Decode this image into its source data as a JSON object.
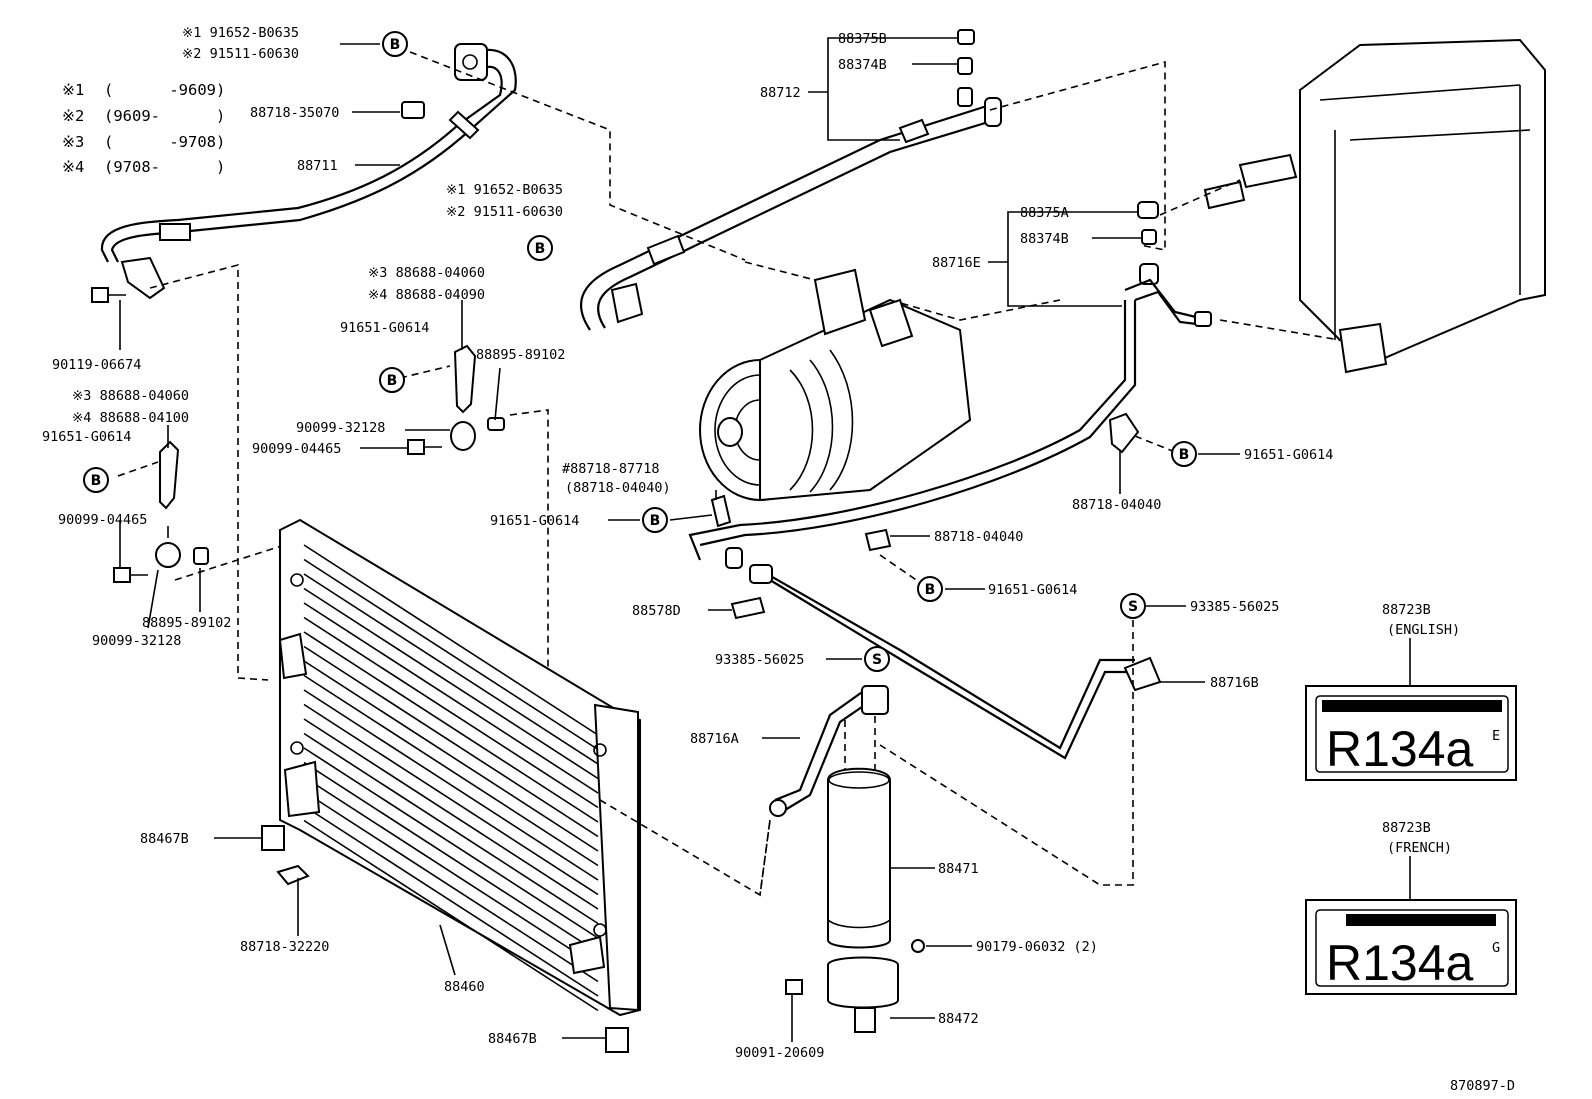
{
  "legend": [
    {
      "mark": "※1",
      "range": "(      -9609)"
    },
    {
      "mark": "※2",
      "range": "(9609-      )"
    },
    {
      "mark": "※3",
      "range": "(      -9708)"
    },
    {
      "mark": "※4",
      "range": "(9708-      )"
    }
  ],
  "badges": {
    "bolt": "B",
    "seal": "S"
  },
  "labels": {
    "top_left_1": "※1 91652-B0635",
    "top_left_2": "※2 91511-60630",
    "clip_35070": "88718-35070",
    "hose_88711": "88711",
    "bolt_06674": "90119-06674",
    "mid_1": "※1 91652-B0635",
    "mid_2": "※2 91511-60630",
    "bracket_upper_3": "※3 88688-04060",
    "bracket_upper_4": "※4 88688-04090",
    "bolt_g0614_a": "91651-G0614",
    "pin_89102_a": "88895-89102",
    "cushion_32128_a": "90099-32128",
    "bolt_04465_a": "90099-04465",
    "bracket_lower_3": "※3 88688-04060",
    "bracket_lower_4": "※4 88688-04100",
    "bolt_g0614_b": "91651-G0614",
    "bolt_04465_b": "90099-04465",
    "pin_89102_b": "88895-89102",
    "cushion_32128_b": "90099-32128",
    "valve_375b": "88375B",
    "valve_374b": "88374B",
    "hose_88712": "88712",
    "valve_375a": "88375A",
    "valve_374b_2": "88374B",
    "tube_88716e": "88716E",
    "clamp_hash": "#88718-87718",
    "clamp_paren": "(88718-04040)",
    "bolt_g0614_c": "91651-G0614",
    "pad_88578d": "88578D",
    "clamp_04040_a": "88718-04040",
    "bolt_g0614_d": "91651-G0614",
    "clamp_04040_b": "88718-04040",
    "bolt_g0614_e": "91651-G0614",
    "oring_56025_a": "93385-56025",
    "oring_56025_b": "93385-56025",
    "tube_88716b": "88716B",
    "tube_88716a": "88716A",
    "receiver_88471": "88471",
    "screw_06032": "90179-06032 (2)",
    "bracket_88472": "88472",
    "bolt_20609": "90091-20609",
    "cushion_88467b_a": "88467B",
    "clamp_32220": "88718-32220",
    "condenser_88460": "88460",
    "cushion_88467b_b": "88467B",
    "label_en_part": "88723B",
    "label_en_lang": "(ENGLISH)",
    "label_fr_part": "88723B",
    "label_fr_lang": "(FRENCH)",
    "drawing_no": "870897-D"
  },
  "decals": {
    "refrigerant": "R134a",
    "en_suffix": "E",
    "fr_suffix": "G"
  }
}
